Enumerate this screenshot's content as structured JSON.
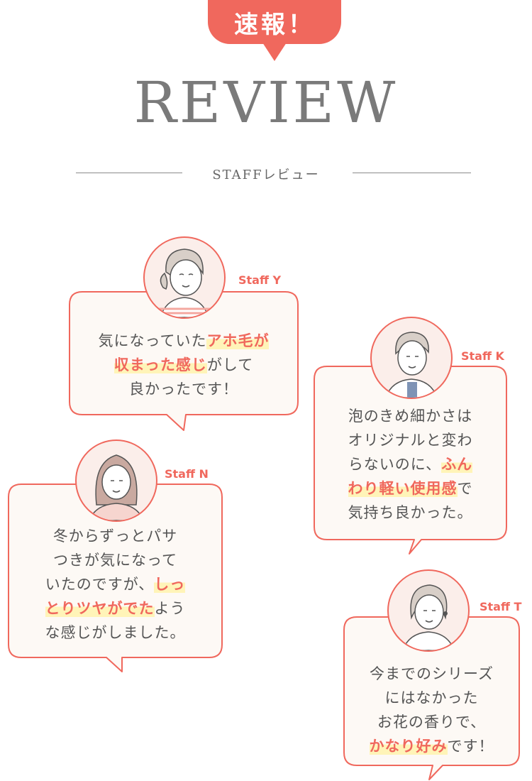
{
  "badge": "速報！",
  "title": "REVIEW",
  "subtitle": "STAFFレビュー",
  "reviews": [
    {
      "staff": "Staff Y",
      "l1a": "気になっていた",
      "l1b": "アホ毛が",
      "l2a": "収まった感じ",
      "l2b": "がして",
      "l3": "良かったです！"
    },
    {
      "staff": "Staff K",
      "l1": "泡のきめ細かさは",
      "l2": "オリジナルと変わ",
      "l3a": "らないのに、",
      "l3b": "ふん",
      "l4a": "わり軽い使用感",
      "l4b": "で",
      "l5": "気持ち良かった。"
    },
    {
      "staff": "Staff N",
      "l1": "冬からずっとパサ",
      "l2": "つきが気になって",
      "l3a": "いたのですが、",
      "l3b": "しっ",
      "l4a": "とりツヤがでた",
      "l4b": "よう",
      "l5": "な感じがしました。"
    },
    {
      "staff": "Staff T",
      "l1": "今までのシリーズ",
      "l2": "にはなかった",
      "l3": "お花の香りで、",
      "l4a": "かなり好み",
      "l4b": "です！"
    }
  ],
  "colors": {
    "accent": "#f0685d",
    "bubble_bg": "#fdf9f5",
    "highlight": "#fff4b8",
    "title": "#7a7a7a"
  }
}
